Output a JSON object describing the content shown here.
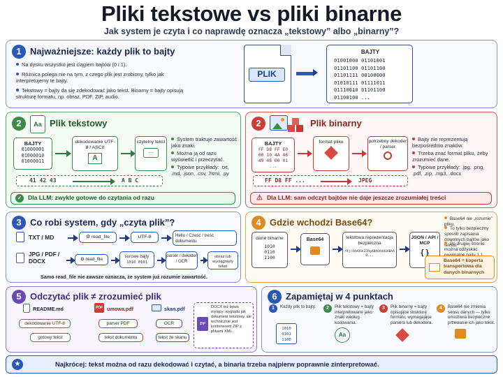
{
  "header": {
    "title": "Pliki tekstowe vs pliki binarne",
    "subtitle": "Jak system je czyta i co naprawdę oznacza „tekstowy” albo „binarny”?"
  },
  "s1": {
    "num": "1",
    "title": "Najważniejsze: każdy plik to bajty",
    "bullets": [
      "Na dysku wszystko jest ciągiem bajtów (0 i 1).",
      "Różnica polega nie na tym, z czego plik jest zrobiony, tylko jak interpretujemy te bajty.",
      "Tekstowy = bajty da się zdekodować jako tekst. Binarny = bajty opisują strukturę formatu, np. obraz, PDF, ZIP, audio."
    ],
    "file_label": "PLIK",
    "bytes_title": "BAJTY",
    "bytes_lines": [
      "01001000  01101001",
      "01101100  01101100",
      "01101111  00100000",
      "01010111  01111011",
      "01110010  01101100",
      "01100100  ..."
    ]
  },
  "s2": {
    "num": "2",
    "title": "Plik tekstowy",
    "file_icon": "Aa",
    "bytes_title": "BAJTY",
    "bytes_lines": [
      "01000001",
      "01000010",
      "01000011"
    ],
    "decode_label": "dekodowanie UTF-8 / ASCII",
    "decode_icon": "A",
    "text_label": "czytelny tekst",
    "text_icon": "...",
    "bullets": [
      "System traktuje zawartość jako znaki.",
      "Można ją od razu wyświetlić i przeczytać.",
      "Typowe przykłady: .txt, .md, .json, .csv, .html, .py"
    ],
    "map_from": "41  42  43",
    "map_to": "A  B  C",
    "footer": "Dla LLM: zwykle gotowe do czytania od razu"
  },
  "s2b": {
    "num": "2",
    "title": "Plik binarny",
    "bytes_title": "BAJTY",
    "bytes_lines": [
      "FF D8 FF E0",
      "00 10 4A 46",
      "49 46 00 01",
      "..."
    ],
    "format_label": "format pliku",
    "parser_label": "potrzebny dekoder / parser",
    "bullets": [
      "Bajty nie reprezentują bezpośrednio znaków.",
      "Trzeba znać format pliku, żeby zrozumieć dane.",
      "Typowe przykłady: .jpg, .png, .pdf, .zip, .mp3, .docx"
    ],
    "map_from": "FF D8 FF ...",
    "map_to": "JPEG",
    "footer": "Dla LLM: sam odczyt bajtów nie daje jeszcze zrozumiałej treści"
  },
  "s3": {
    "num": "3",
    "title": "Co robi system, gdy „czyta plik”?",
    "row1_type": "TXT / MD",
    "row1_tool": "read_file",
    "row1_mid": "UTF-8",
    "row1_out": "Hello / Cześć / treść dokumentu",
    "row2_type": "JPG / PDF / DOCX",
    "row2_tool": "read_file",
    "row2_mid": "surowe bajty",
    "row2_mid_bits": "1010 0101",
    "row2_parser": "parser / dekoder / OCR",
    "row2_out": "obraz lub wyciągnięty tekst",
    "footer": "Samo read_file nie zawsze oznacza, że system już rozumie zawartość."
  },
  "s4": {
    "num": "4",
    "title": "Gdzie wchodzi Base64?",
    "raw_label": "dane binarne",
    "raw_bits": [
      "1010",
      "0110",
      "1100"
    ],
    "b64_label": "Base64",
    "repr_label": "tekstowa reprezentacja bezpieczna",
    "repr_sample": "/9j/4AAQSkZJRgABAQAAAQABAAD...",
    "api_label": "JSON / API / MCP",
    "api_icon": "{ }",
    "bullets": [
      "Base64 nie „rozumie” pliku.",
      "To tylko bezpieczny sposób zapisania dowolnych bajtów jako tekstu.",
      "Po drugiej stronie można odzyskać oryginalne bajty 1:1."
    ],
    "callout": "Base64 = koperta transportowa dla danych binarnych"
  },
  "s5": {
    "num": "5",
    "title": "Odczytać plik ≠ zrozumieć plik",
    "col1_file": "README.md",
    "col1_step": "dekodowanie UTF-8",
    "col1_out": "gotowy tekst",
    "col2_file": "umowa.pdf",
    "col2_step": "parser PDF",
    "col2_out": "tekst dokumentu",
    "col3_file": "skan.pdf",
    "col3_step": "OCR",
    "col3_out": "tekst ze skanu",
    "zip_icon": "ZIP",
    "note": "DOCX też bywa mylący: wygląda jak dokument tekstowy, ale technicznie jest kontenerem ZIP z plikami XML."
  },
  "s6": {
    "num": "6",
    "title": "Zapamiętaj w 4 punktach",
    "points": [
      {
        "num": "1",
        "text": "Każdy plik to bajty."
      },
      {
        "num": "2",
        "text": "Plik tekstowy = bajty interpretowane jako znaki według kodowania."
      },
      {
        "num": "3",
        "text": "Plik binarny = bajty opisujące strukturę formatu, wymagające parsera lub dekodera."
      },
      {
        "num": "4",
        "text": "Base64 nie zmienia sensu danych — tylko umożliwia bezpieczne przesłanie ich jako tekst."
      }
    ],
    "bits": [
      "1010",
      "0101",
      "1100"
    ],
    "aa": "Aa"
  },
  "footer": {
    "text": "Najkrócej: tekst można od razu dekodować i czytać, a binaria trzeba najpierw poprawnie zinterpretować."
  },
  "colors": {
    "blue": "#2a57b8",
    "green": "#3a8b48",
    "red": "#cf3b35",
    "orange": "#e08a22",
    "purple": "#6a4bb6"
  }
}
